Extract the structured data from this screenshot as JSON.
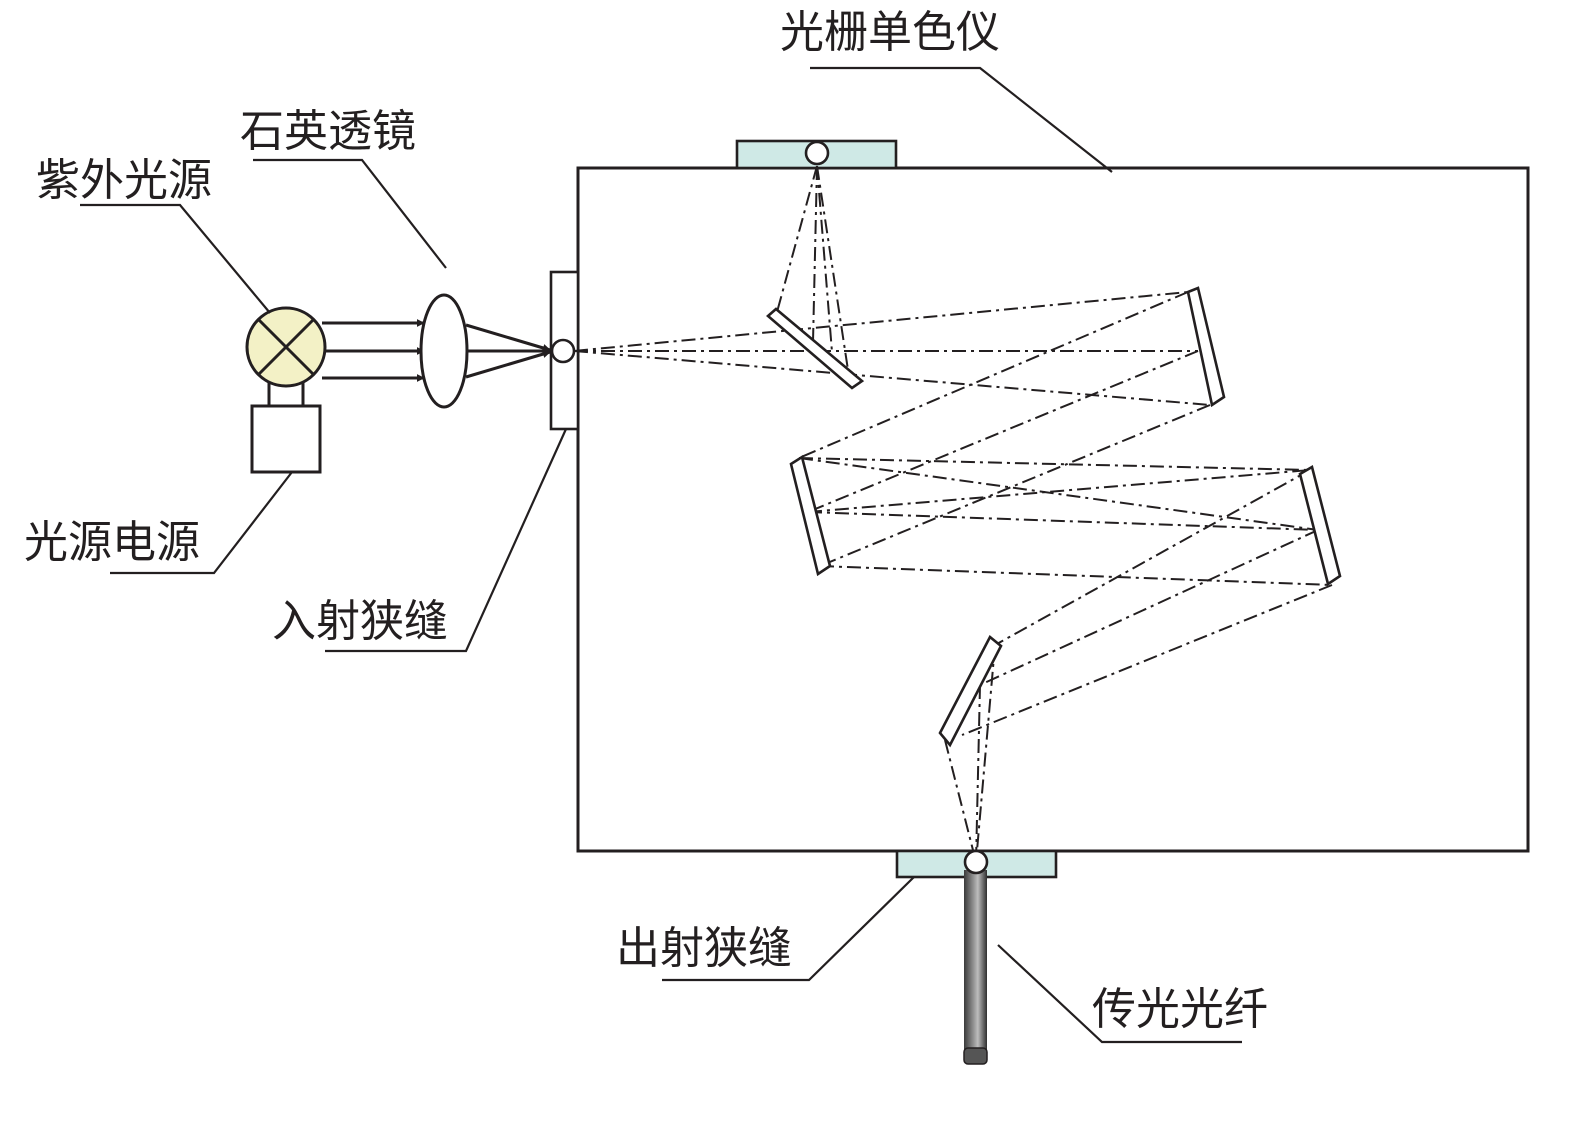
{
  "labels": {
    "monochromator": "光栅单色仪",
    "quartz_lens": "石英透镜",
    "uv_source": "紫外光源",
    "power_supply": "光源电源",
    "entrance_slit": "入射狭缝",
    "exit_slit": "出射狭缝",
    "fiber": "传光光纤"
  },
  "colors": {
    "line": "#231f20",
    "lamp_fill": "#f3f1c6",
    "slit_fill": "#cfe9e6"
  }
}
